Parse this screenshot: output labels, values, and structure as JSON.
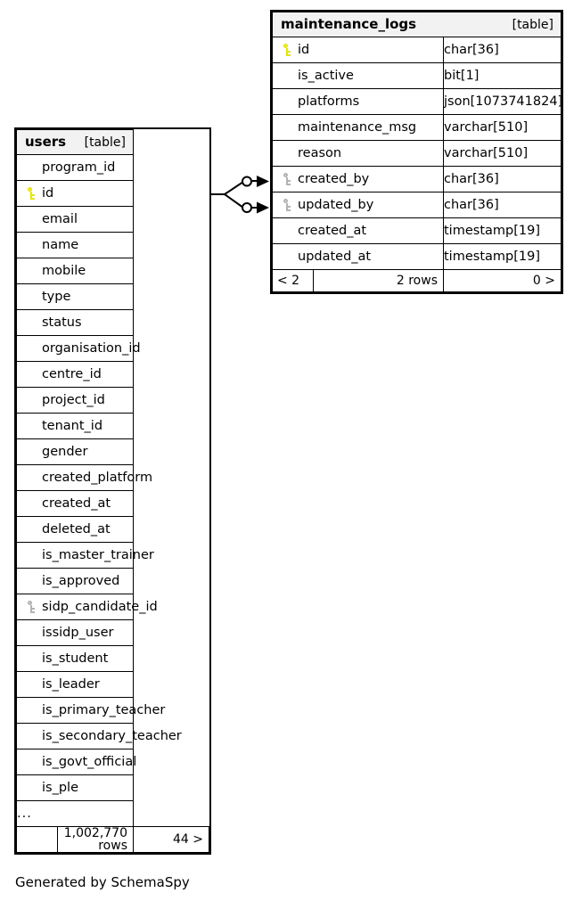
{
  "diagram": {
    "caption": "Generated by SchemaSpy",
    "table_tag": "[table]"
  },
  "tables": [
    {
      "name": "users",
      "tag": "[table]",
      "columns": [
        {
          "name": "program_id",
          "key": "none"
        },
        {
          "name": "id",
          "key": "primary"
        },
        {
          "name": "email",
          "key": "none"
        },
        {
          "name": "name",
          "key": "none"
        },
        {
          "name": "mobile",
          "key": "none"
        },
        {
          "name": "type",
          "key": "none"
        },
        {
          "name": "status",
          "key": "none"
        },
        {
          "name": "organisation_id",
          "key": "none"
        },
        {
          "name": "centre_id",
          "key": "none"
        },
        {
          "name": "project_id",
          "key": "none"
        },
        {
          "name": "tenant_id",
          "key": "none"
        },
        {
          "name": "gender",
          "key": "none"
        },
        {
          "name": "created_platform",
          "key": "none"
        },
        {
          "name": "created_at",
          "key": "none"
        },
        {
          "name": "deleted_at",
          "key": "none"
        },
        {
          "name": "is_master_trainer",
          "key": "none"
        },
        {
          "name": "is_approved",
          "key": "none"
        },
        {
          "name": "sidp_candidate_id",
          "key": "foreign"
        },
        {
          "name": "issidp_user",
          "key": "none"
        },
        {
          "name": "is_student",
          "key": "none"
        },
        {
          "name": "is_leader",
          "key": "none"
        },
        {
          "name": "is_primary_teacher",
          "key": "none"
        },
        {
          "name": "is_secondary_teacher",
          "key": "none"
        },
        {
          "name": "is_govt_official",
          "key": "none"
        },
        {
          "name": "is_ple",
          "key": "none"
        }
      ],
      "more_indicator": "...",
      "footer": {
        "left": "",
        "middle": "1,002,770 rows",
        "right": "44 >"
      }
    },
    {
      "name": "maintenance_logs",
      "tag": "[table]",
      "columns": [
        {
          "name": "id",
          "type": "char[36]",
          "key": "primary"
        },
        {
          "name": "is_active",
          "type": "bit[1]",
          "key": "none"
        },
        {
          "name": "platforms",
          "type": "json[1073741824]",
          "key": "none"
        },
        {
          "name": "maintenance_msg",
          "type": "varchar[510]",
          "key": "none"
        },
        {
          "name": "reason",
          "type": "varchar[510]",
          "key": "none"
        },
        {
          "name": "created_by",
          "type": "char[36]",
          "key": "foreign"
        },
        {
          "name": "updated_by",
          "type": "char[36]",
          "key": "foreign"
        },
        {
          "name": "created_at",
          "type": "timestamp[19]",
          "key": "none"
        },
        {
          "name": "updated_at",
          "type": "timestamp[19]",
          "key": "none"
        }
      ],
      "footer": {
        "left": "< 2",
        "middle": "2 rows",
        "right": "0 >"
      }
    }
  ],
  "relationships": [
    {
      "from_table": "users",
      "from_column": "id",
      "to_table": "maintenance_logs",
      "to_column": "created_by"
    },
    {
      "from_table": "users",
      "from_column": "id",
      "to_table": "maintenance_logs",
      "to_column": "updated_by"
    }
  ],
  "colors": {
    "primary_key": "#e6e600",
    "foreign_key": "#b3b3b3",
    "header_background": "#f2f2f2",
    "border": "#000000",
    "background": "#ffffff"
  }
}
